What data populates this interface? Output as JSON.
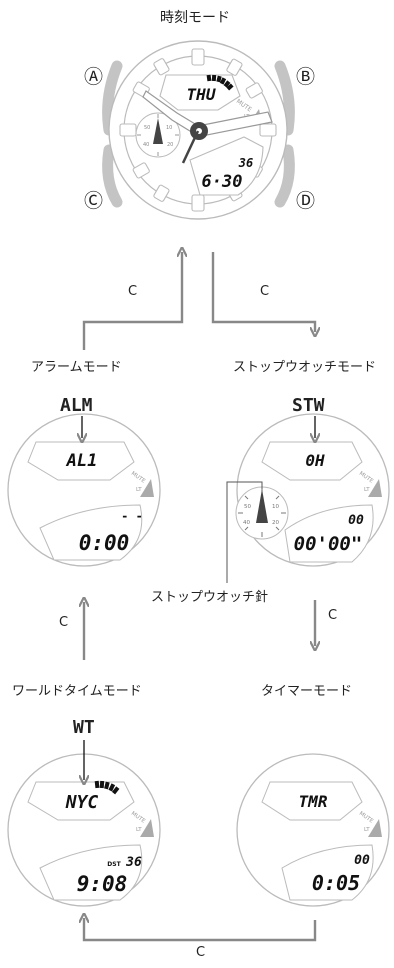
{
  "title": "時刻モード",
  "buttons": {
    "a": "Ⓐ",
    "b": "Ⓑ",
    "c": "Ⓒ",
    "d": "Ⓓ"
  },
  "arrow_label": "C",
  "main_watch": {
    "day": "THU",
    "seconds": "36",
    "date": "6·30",
    "mute": "MUTE",
    "lt": "LT",
    "dial": [
      "50",
      "10",
      "40",
      "20"
    ]
  },
  "alarm": {
    "mode_label": "アラームモード",
    "code": "ALM",
    "display": "AL1",
    "time": "0:00",
    "dashes": "- -"
  },
  "stopwatch": {
    "mode_label": "ストップウオッチモード",
    "code": "STW",
    "display": "0H",
    "hundredths": "00",
    "time": "00'00\"",
    "hand_label": "ストップウオッチ針",
    "dial": [
      "50",
      "10",
      "40",
      "20"
    ]
  },
  "worldtime": {
    "mode_label": "ワールドタイムモード",
    "code": "WT",
    "display": "NYC",
    "dst": "DST",
    "seconds": "36",
    "time": "9:08"
  },
  "timer": {
    "mode_label": "タイマーモード",
    "display": "TMR",
    "hundredths": "00",
    "time": "0:05"
  },
  "colors": {
    "line": "#bbbbbb",
    "arrow": "#888888",
    "text": "#222222",
    "hand": "#444444"
  }
}
